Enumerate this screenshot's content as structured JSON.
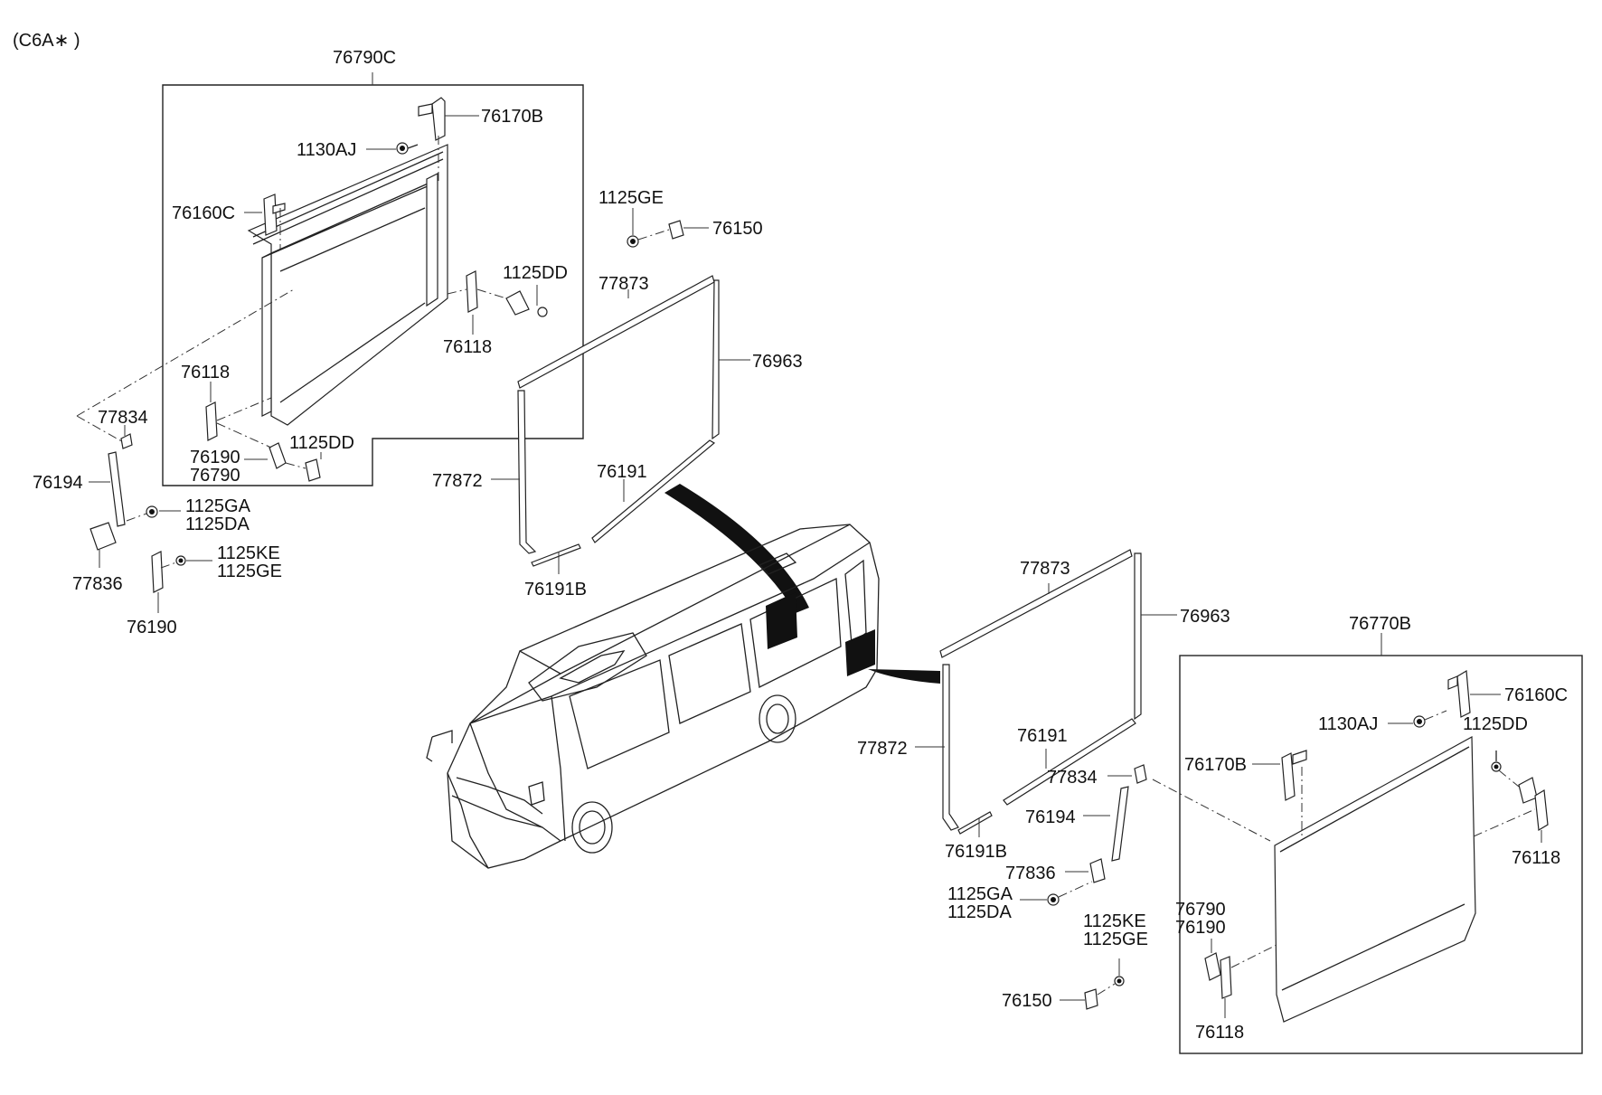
{
  "variant_code": "(C6A∗ )",
  "upper_assembly": {
    "assembly_label": "76790C",
    "labels": {
      "hinge_top": "76170B",
      "bolt_top": "1130AJ",
      "hinge_left": "76160C",
      "screw_nut": "1125GE",
      "nut_part": "76150",
      "bolt_right": "1125DD",
      "bracket_right": "76118",
      "bracket_left": "76118",
      "stay_bracket": "77834",
      "latch_a": "76190",
      "latch_b": "76790",
      "bolt_bottom": "1125DD",
      "gas_stay": "76194",
      "bolt_ga": "1125GA",
      "bolt_da": "1125DA",
      "lower_bracket": "77836",
      "bolt_ke": "1125KE",
      "bolt_ge": "1125GE",
      "striker": "76190"
    }
  },
  "upper_seal": {
    "top_seal": "77873",
    "side_seal": "76963",
    "left_seal": "77872",
    "bottom_seal": "76191",
    "bottom_seal_b": "76191B"
  },
  "lower_seal": {
    "top_seal": "77873",
    "side_seal": "76963",
    "left_seal": "77872",
    "bottom_seal": "76191",
    "bottom_seal_b": "76191B"
  },
  "lower_assembly": {
    "assembly_label": "76770B",
    "labels": {
      "hinge_right": "76160C",
      "bolt_top": "1130AJ",
      "bolt_right": "1125DD",
      "hinge_left": "76170B",
      "stay_bracket": "77834",
      "gas_stay": "76194",
      "lower_bracket": "77836",
      "bolt_ga": "1125GA",
      "bolt_da": "1125DA",
      "bracket_right": "76118",
      "latch_b": "76790",
      "latch_a": "76190",
      "bolt_ke": "1125KE",
      "bolt_ge": "1125GE",
      "nut_part": "76150",
      "bracket_bottom": "76118"
    }
  }
}
